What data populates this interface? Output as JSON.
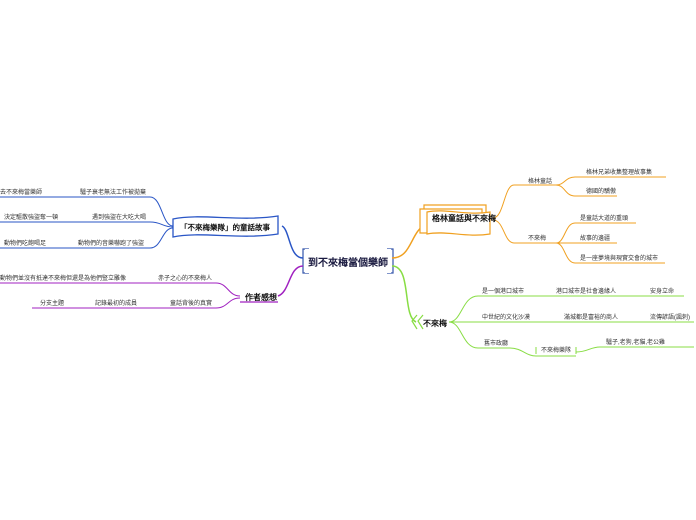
{
  "central": {
    "title": "到不來梅當個樂師"
  },
  "branches": {
    "grimm": {
      "title": "格林童話與不來梅",
      "color": "#f0a020",
      "children": [
        {
          "label": "格林童話",
          "children": [
            "格林兄弟收集整理故事集",
            "德國的驕傲"
          ]
        },
        {
          "label": "不來梅",
          "children": [
            "是童話大道的重頭",
            "故事的邊疆",
            "是一座夢境與現實交會的城市"
          ]
        }
      ]
    },
    "bremen": {
      "title": "不來梅",
      "color": "#88dd44",
      "children": [
        {
          "label": "是一個港口城市",
          "children": [
            "港口城市是社會邊緣人",
            "安身立命"
          ]
        },
        {
          "label": "中世紀的文化沙漠",
          "children": [
            "滿城都是富裕的商人",
            "流傳諺語(諷刺)"
          ]
        },
        {
          "label": "舊市政廳",
          "children": [
            "不來梅樂隊",
            "驢子,老狗,老貓,老公雞"
          ]
        }
      ]
    },
    "story": {
      "title": "「不來梅樂隊」的童話故事",
      "color": "#2a56c6",
      "children": [
        {
          "label": "驢子衰老無法工作被拋棄",
          "children": [
            "去不來梅當樂師"
          ]
        },
        {
          "label": "遇到強盜在大吃大喝",
          "children": [
            "決定驅散強盜奪一頓"
          ]
        },
        {
          "label": "動物們的音樂嚇跑了強盜",
          "children": [
            "動物們吃飽喝足"
          ]
        }
      ]
    },
    "author": {
      "title": "作者感想",
      "color": "#a020c0",
      "children": [
        {
          "label": "赤子之心的不來梅人",
          "children": [
            "動物們並沒有抵達不來梅但還是為他們豎立雕像"
          ]
        },
        {
          "label": "童話背後的真實",
          "children": [
            "記錄最初的成員",
            "分支主題"
          ]
        }
      ]
    }
  }
}
